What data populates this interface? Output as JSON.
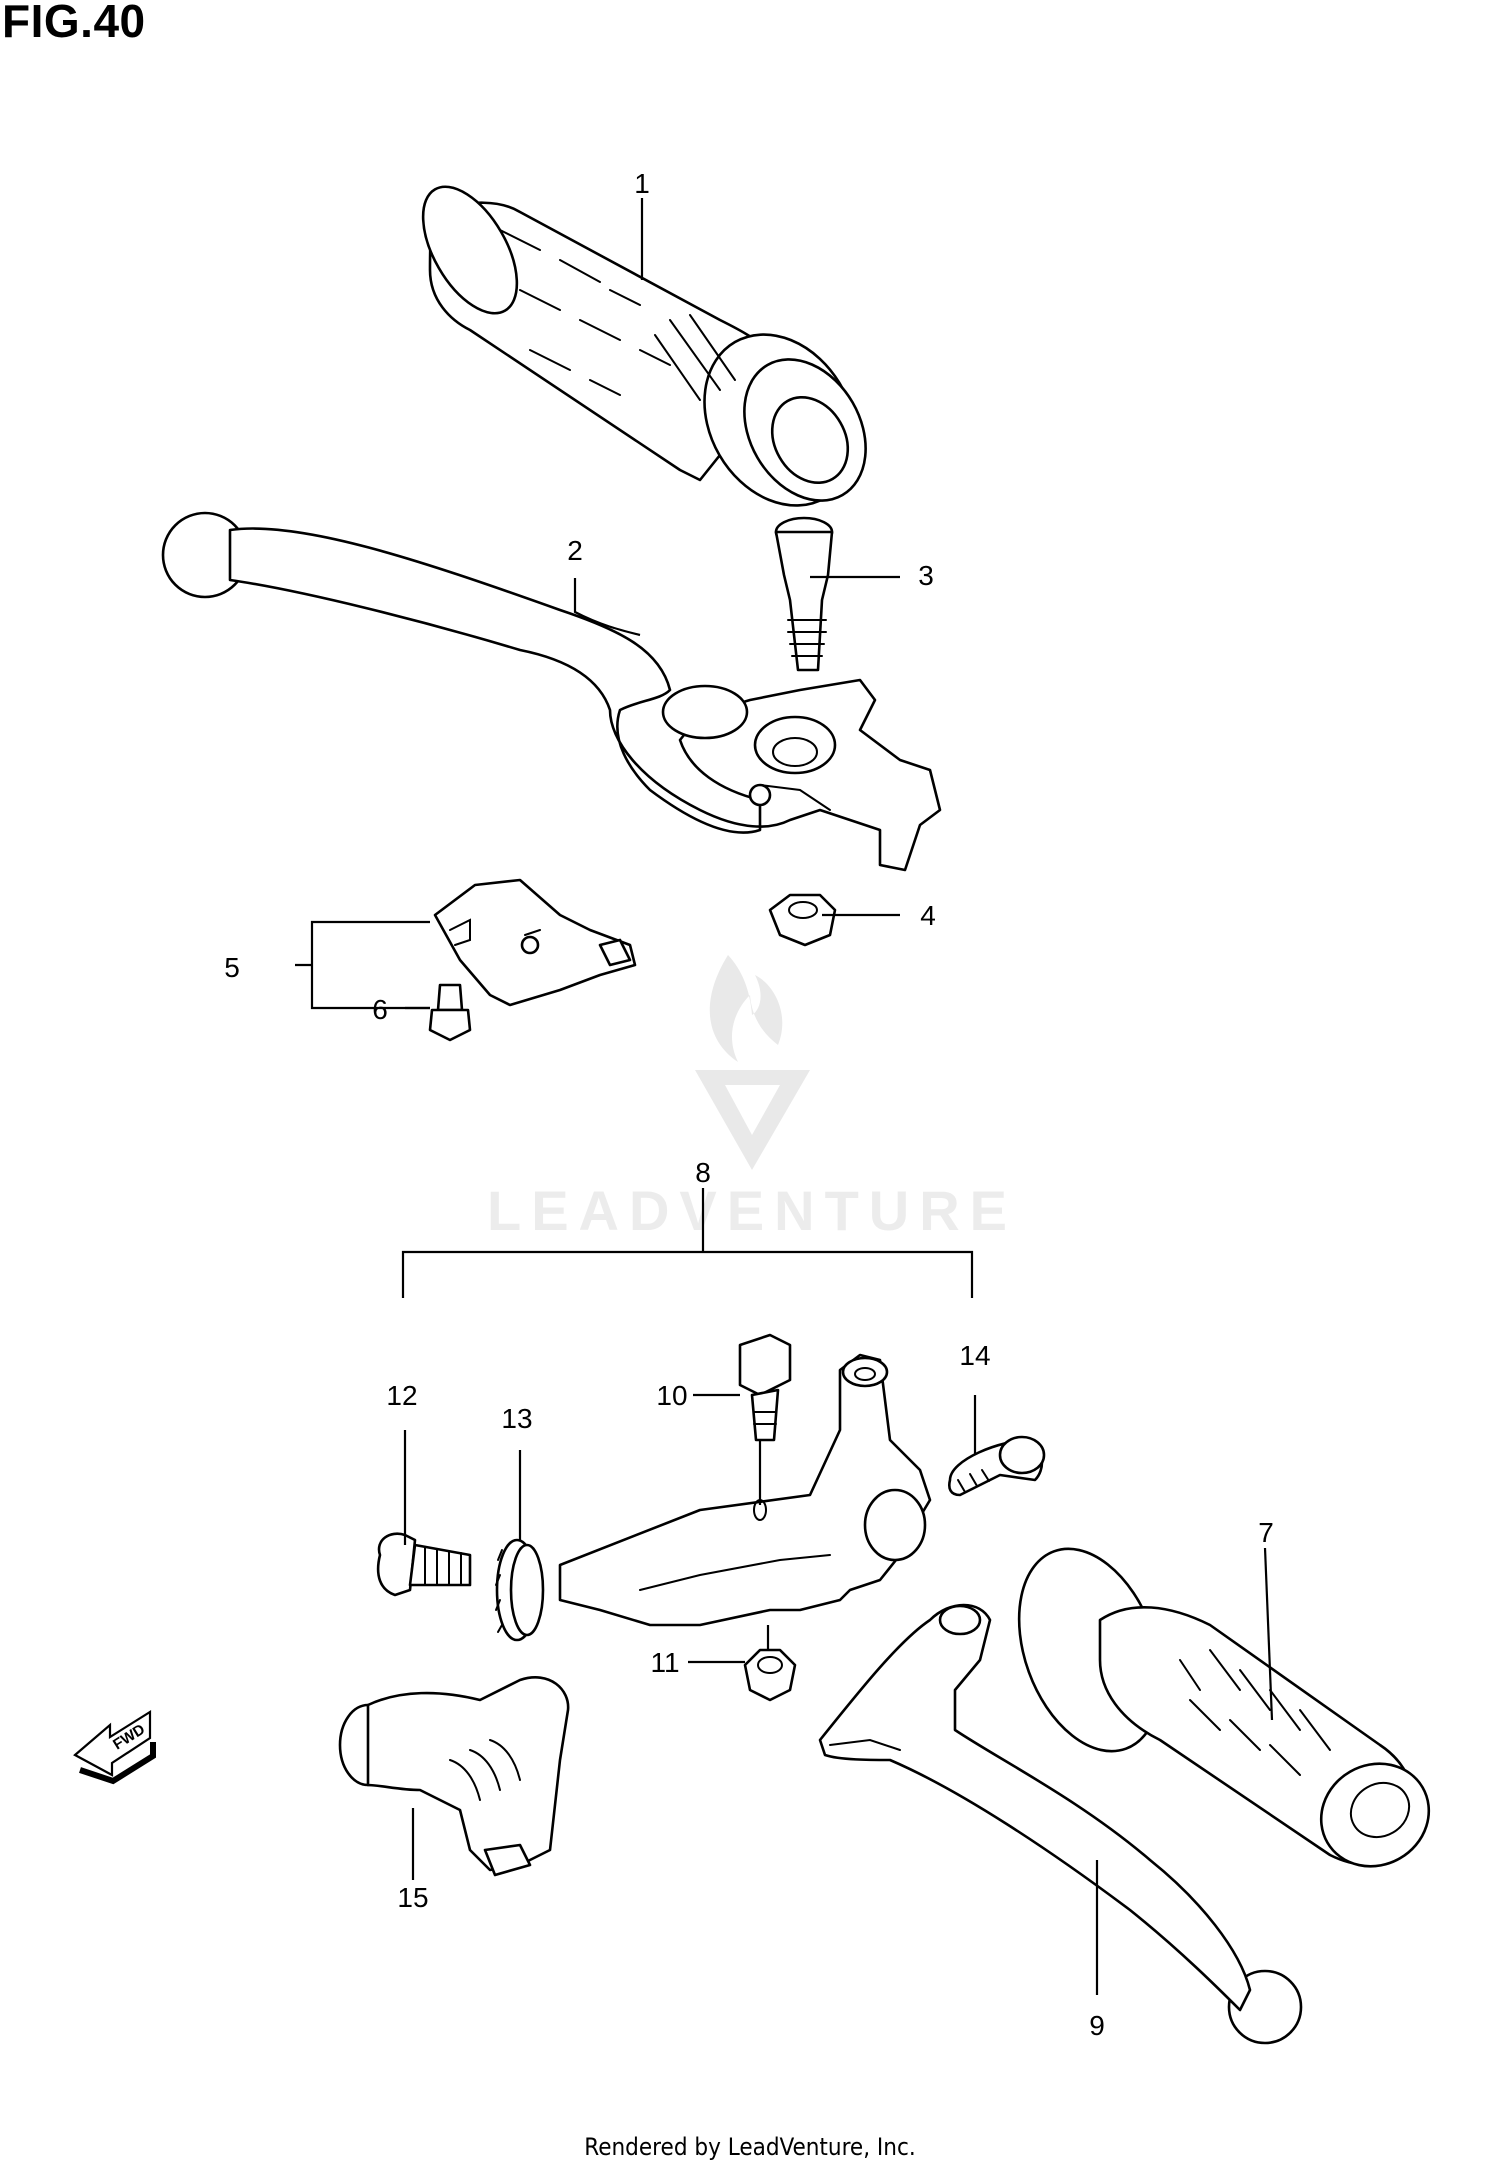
{
  "figure": {
    "title": "FIG.40"
  },
  "watermark": {
    "text": "LEADVENTURE"
  },
  "direction_marker": {
    "label": "FWD"
  },
  "callouts": [
    {
      "id": "1",
      "label": "1"
    },
    {
      "id": "2",
      "label": "2"
    },
    {
      "id": "3",
      "label": "3"
    },
    {
      "id": "4",
      "label": "4"
    },
    {
      "id": "5",
      "label": "5"
    },
    {
      "id": "6",
      "label": "6"
    },
    {
      "id": "7",
      "label": "7"
    },
    {
      "id": "8",
      "label": "8"
    },
    {
      "id": "9",
      "label": "9"
    },
    {
      "id": "10",
      "label": "10"
    },
    {
      "id": "11",
      "label": "11"
    },
    {
      "id": "12",
      "label": "12"
    },
    {
      "id": "13",
      "label": "13"
    },
    {
      "id": "14",
      "label": "14"
    },
    {
      "id": "15",
      "label": "15"
    }
  ],
  "footer": {
    "text": "Rendered by LeadVenture, Inc."
  }
}
